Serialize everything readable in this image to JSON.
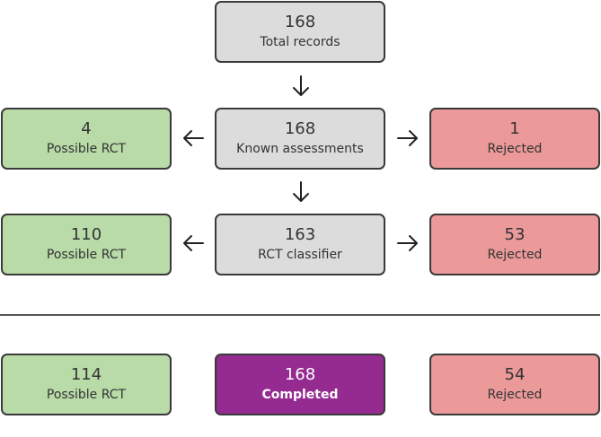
{
  "flow": {
    "total": {
      "count": "168",
      "label": "Total records"
    },
    "known": {
      "count": "168",
      "label": "Known assessments"
    },
    "known_possible": {
      "count": "4",
      "label": "Possible RCT"
    },
    "known_rejected": {
      "count": "1",
      "label": "Rejected"
    },
    "classifier": {
      "count": "163",
      "label": "RCT classifier"
    },
    "classifier_possible": {
      "count": "110",
      "label": "Possible RCT"
    },
    "classifier_rejected": {
      "count": "53",
      "label": "Rejected"
    }
  },
  "summary": {
    "possible": {
      "count": "114",
      "label": "Possible RCT"
    },
    "completed": {
      "count": "168",
      "label": "Completed"
    },
    "rejected": {
      "count": "54",
      "label": "Rejected"
    }
  },
  "colors": {
    "neutral": "#dcdcdc",
    "possible": "#b8dba8",
    "rejected": "#eb9999",
    "completed": "#952b91"
  },
  "icons": {
    "down": "arrow-down-icon",
    "left": "arrow-left-icon",
    "right": "arrow-right-icon"
  }
}
